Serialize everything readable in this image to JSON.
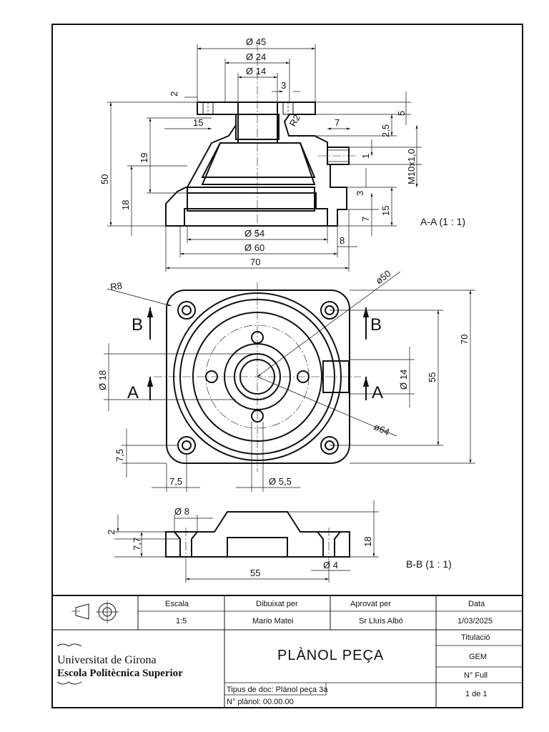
{
  "section_aa": {
    "label": "A-A  (1 : 1)",
    "dims": {
      "d45": "Ø 45",
      "d24": "Ø 24",
      "d14": "Ø 14",
      "d3": "3",
      "d2": "2",
      "d15": "15",
      "r2": "R2",
      "d7": "7",
      "d25": "2,5",
      "d5": "5",
      "m10": "M10x1,0",
      "d1": "1",
      "d19": "19",
      "d50": "50",
      "d18": "18",
      "d3b": "3",
      "d7b": "7",
      "d15b": "15",
      "d54": "Ø 54",
      "d60": "Ø 60",
      "d8": "8",
      "d70": "70"
    }
  },
  "plan_view": {
    "section_b": "B",
    "section_a": "A",
    "dims": {
      "r8": "R8",
      "d50": "ø50",
      "d70": "70",
      "d55": "55",
      "d18": "Ø 18",
      "d14": "Ø 14",
      "d64": "ø64",
      "d75v": "7,5",
      "d75h": "7,5",
      "d55h": "Ø 5,5"
    }
  },
  "section_bb": {
    "label": "B-B  (1 : 1)",
    "dims": {
      "d8": "Ø 8",
      "d2": "2",
      "d77": "7,7",
      "d18": "18",
      "d55": "55",
      "d4": "Ø 4"
    }
  },
  "title_block": {
    "escala_h": "Escala",
    "escala_v": "1:5",
    "dibuixat_h": "Dibuixat per",
    "dibuixat_v": "Mario Matei",
    "aprovat_h": "Aprovat per",
    "aprovat_v": "Sr Lluís Albó",
    "data_h": "Data",
    "data_v": "1/03/2025",
    "university": "Universitat de Girona",
    "school": "Escola Politècnica Superior",
    "title": "PLÀNOL PEÇA",
    "titulacio_h": "Titulació",
    "titulacio_v": "GEM",
    "full_h": "N° Full",
    "full_v": "1 de 1",
    "tipus": "Tipus de doc: Plànol peça 3a",
    "planol": "N° plànol: 00.00.00"
  }
}
